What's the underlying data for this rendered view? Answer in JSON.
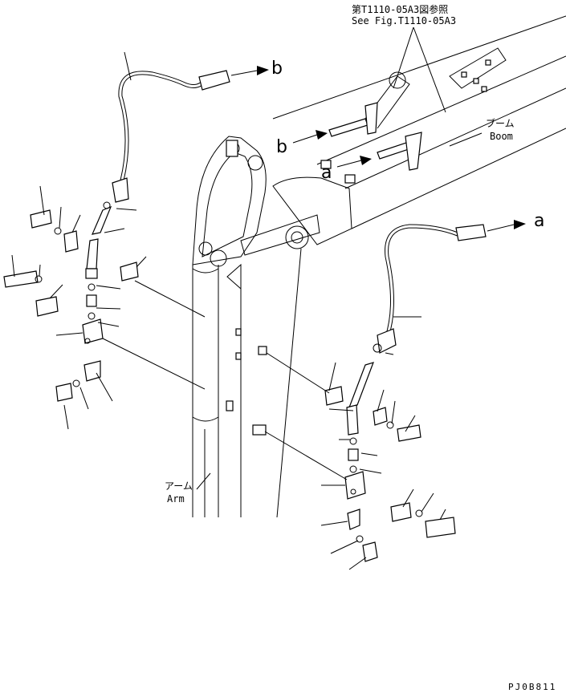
{
  "reference": {
    "jp": "第T1110-05A3図参照",
    "en": "See Fig.T1110-05A3"
  },
  "boom_label": {
    "jp": "ブーム",
    "en": "Boom"
  },
  "arm_label": {
    "jp": "アーム",
    "en": "Arm"
  },
  "connection_labels": {
    "a": "a",
    "b": "b"
  },
  "drawing_code": "PJ0B811"
}
